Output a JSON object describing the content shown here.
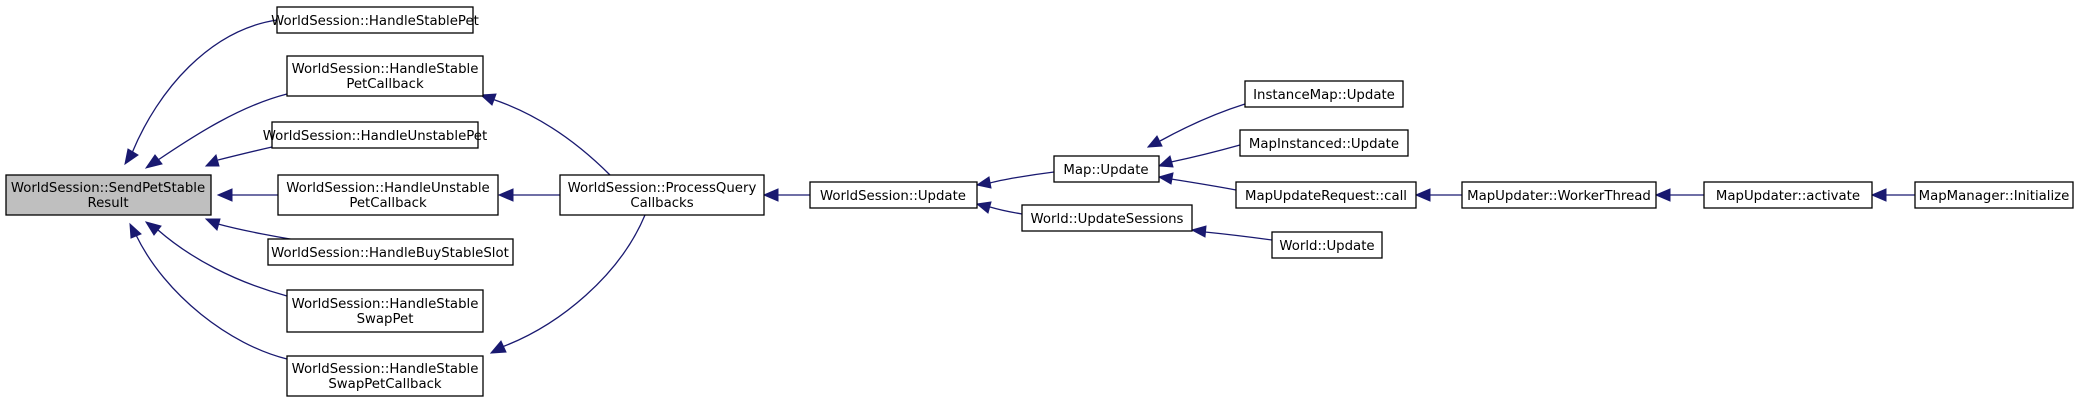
{
  "colors": {
    "edge": "#191970",
    "root_fill": "#bfbfbf",
    "node_fill": "#ffffff",
    "node_border": "#000000"
  },
  "nodes": {
    "send_pet_stable_result": {
      "line1": "WorldSession::SendPetStable",
      "line2": "Result"
    },
    "handle_stable_pet": {
      "line1": "WorldSession::HandleStablePet"
    },
    "handle_stable_pet_callback": {
      "line1": "WorldSession::HandleStable",
      "line2": "PetCallback"
    },
    "handle_unstable_pet": {
      "line1": "WorldSession::HandleUnstablePet"
    },
    "handle_unstable_pet_callback": {
      "line1": "WorldSession::HandleUnstable",
      "line2": "PetCallback"
    },
    "handle_buy_stable_slot": {
      "line1": "WorldSession::HandleBuyStableSlot"
    },
    "handle_stable_swap_pet": {
      "line1": "WorldSession::HandleStable",
      "line2": "SwapPet"
    },
    "handle_stable_swap_pet_callback": {
      "line1": "WorldSession::HandleStable",
      "line2": "SwapPetCallback"
    },
    "process_query_callbacks": {
      "line1": "WorldSession::ProcessQuery",
      "line2": "Callbacks"
    },
    "world_session_update": {
      "line1": "WorldSession::Update"
    },
    "map_update": {
      "line1": "Map::Update"
    },
    "world_update_sessions": {
      "line1": "World::UpdateSessions"
    },
    "instance_map_update": {
      "line1": "InstanceMap::Update"
    },
    "map_instanced_update": {
      "line1": "MapInstanced::Update"
    },
    "map_update_request_call": {
      "line1": "MapUpdateRequest::call"
    },
    "world_update": {
      "line1": "World::Update"
    },
    "map_updater_worker_thread": {
      "line1": "MapUpdater::WorkerThread"
    },
    "map_updater_activate": {
      "line1": "MapUpdater::activate"
    },
    "map_manager_initialize": {
      "line1": "MapManager::Initialize"
    }
  }
}
